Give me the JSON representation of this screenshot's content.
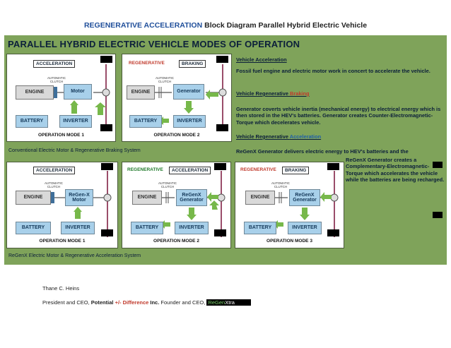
{
  "title": {
    "highlight": "REGENERATIVE ACCELERATION",
    "rest": " Block Diagram Parallel Hybrid Electric Vehicle"
  },
  "poster_title": "PARALLEL HYBRID ELECTRIC VEHICLE MODES OF OPERATION",
  "labels": {
    "acceleration": "ACCELERATION",
    "regenerative": "REGENERATIVE",
    "braking": "BRAKING",
    "engine": "ENGINE",
    "battery": "BATTERY",
    "inverter": "INVERTER",
    "motor": "Motor",
    "generator": "Generator",
    "regenx_motor": "ReGen-X Motor",
    "regenx_generator": "ReGenX Generator",
    "clutch": "AUTOMATIC CLUTCH"
  },
  "modes": {
    "m1": "OPERATION MODE 1",
    "m2": "OPERATION MODE 2",
    "m3": "OPERATION MODE 3"
  },
  "captions": {
    "top": "Conventional Electric Motor & Regenerative Braking System",
    "bottom": "ReGenX Electric Motor & Regenerative Acceleration System"
  },
  "right_text": {
    "h1": "Vehicle Acceleration",
    "p1": "Fossil fuel engine and electric motor work in concert to accelerate the vehicle.",
    "h2a": "Vehicle Regenerative ",
    "h2b": "Braking",
    "p2": "Generator coverts vehicle inertia (mechanical energy) to electrical energy which is then stored in the HEV's batteries. Generator creates Counter-Electromagnetic-Torque which decelerates vehicle.",
    "h3a": "Vehicle Regenerative ",
    "h3b": "Acceleration",
    "p3a": "ReGenX Generator delivers electric energy to HEV's batteries and the",
    "p3b": "ReGenX Generator creates a Complementary-Electromagnetic-Torque which accelerates the vehicle while the batteries are being recharged."
  },
  "footer": {
    "author": "Thane C. Heins",
    "role1": "President and CEO, ",
    "company_a": "Potential ",
    "company_b": "+/- Difference",
    "company_c": " Inc.",
    "role2": " Founder and CEO, ",
    "brand_a": "ReGen",
    "brand_b": "Xtra"
  },
  "colors": {
    "poster_bg": "#7fa35a",
    "blue_box": "#a8d0ea",
    "arrow_green": "#77b84a"
  }
}
